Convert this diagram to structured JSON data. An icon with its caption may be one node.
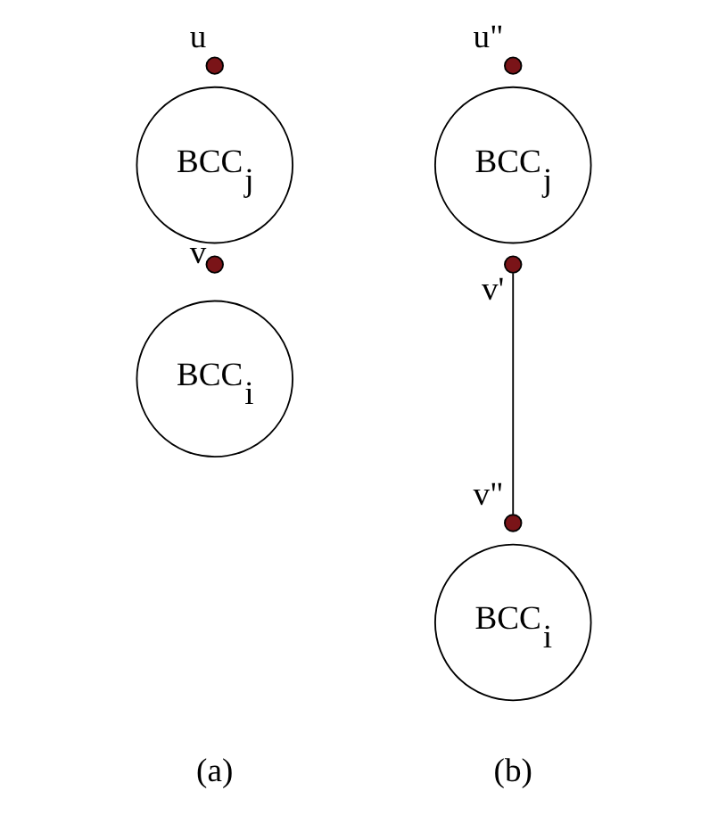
{
  "diagram": {
    "nodes": [
      {
        "text": [],
        "shape": "circle",
        "beside": [
          "u"
        ]
      },
      {
        "text": [
          "BCC$_{j}$"
        ]
      },
      {
        "text": [],
        "shape": "circle",
        "beside": [
          "v"
        ]
      },
      {
        "text": [
          "BCC$_{i}$"
        ]
      },
      {
        "text": [],
        "shape": "circle",
        "beside": [
          "u\""
        ]
      },
      {
        "text": [
          "BCC$_{j}$"
        ]
      },
      {
        "text": [],
        "shape": "circle",
        "beside": [
          "v'"
        ]
      },
      {
        "text": [],
        "shape": "circle",
        "beside": [
          "v\""
        ]
      },
      {
        "text": [
          "BCC$_{i}$"
        ]
      }
    ],
    "edges": [
      {
        "from": 6,
        "to": 7,
        "arrow": "none"
      }
    ],
    "labels": [
      "(a)",
      "(b)"
    ]
  }
}
